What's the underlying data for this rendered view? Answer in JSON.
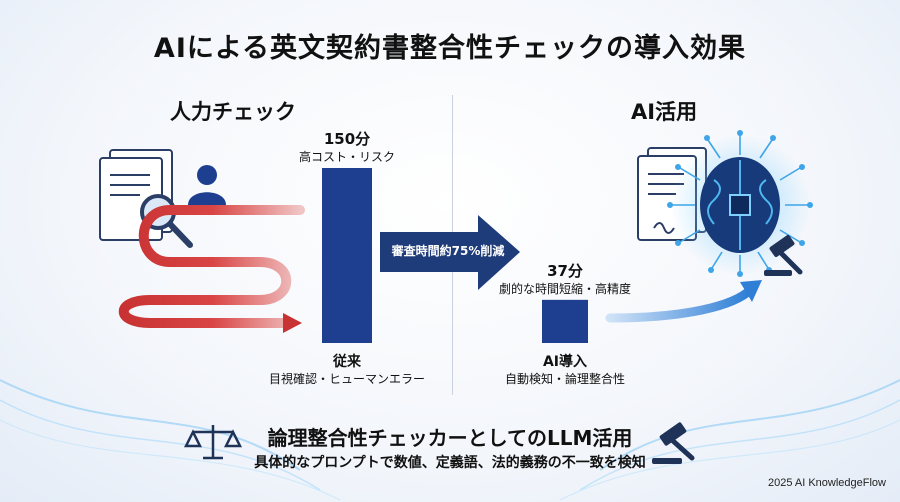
{
  "title": "AIによる英文契約書整合性チェックの導入効果",
  "sections": {
    "left": "人力チェック",
    "right": "AI活用"
  },
  "reduction_label": "審査時間約75%削減",
  "footer": {
    "title": "論理整合性チェッカーとしてのLLM活用",
    "subtitle": "具体的なプロンプトで数値、定義語、法的義務の不一致を検知",
    "credit": "2025 AI KnowledgeFlow"
  },
  "chart_data": {
    "type": "bar",
    "categories": [
      "従来",
      "AI導入"
    ],
    "category_notes": [
      "目視確認・ヒューマンエラー",
      "自動検知・論理整合性"
    ],
    "values": [
      150,
      37
    ],
    "value_labels": [
      "150分",
      "37分"
    ],
    "value_notes": [
      "高コスト・リスク",
      "劇的な時間短縮・高精度"
    ],
    "ylim": [
      0,
      150
    ],
    "grid": false,
    "colors": {
      "bar": "#1e3f8f",
      "arrow": "#22407e",
      "red_path": "#d94444",
      "blue_path": "#2f7fd6"
    }
  }
}
